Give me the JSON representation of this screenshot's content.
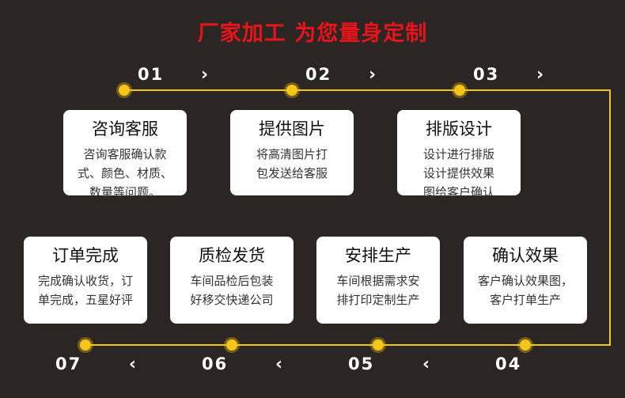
{
  "title": "厂家加工 为您量身定制",
  "colors": {
    "accent": "#f5c518",
    "title": "#e8141a",
    "background": "#2b2624"
  },
  "icons": {
    "next": "chevron-right-icon",
    "prev": "chevron-left-icon"
  },
  "steps_top": [
    {
      "num": "01",
      "title": "咨询客服",
      "lines": [
        "咨询客服确认款",
        "式、颜色、材质、",
        "数量等问题。"
      ]
    },
    {
      "num": "02",
      "title": "提供图片",
      "lines": [
        "将高清图片打",
        "包发送给客服"
      ]
    },
    {
      "num": "03",
      "title": "排版设计",
      "lines": [
        "设计进行排版",
        "设计提供效果",
        "图给客户确认"
      ]
    }
  ],
  "steps_bottom": [
    {
      "num": "07",
      "title": "订单完成",
      "lines": [
        "完成确认收货，订",
        "单完成，五星好评"
      ]
    },
    {
      "num": "06",
      "title": "质检发货",
      "lines": [
        "车间品检后包装",
        "好移交快递公司"
      ]
    },
    {
      "num": "05",
      "title": "安排生产",
      "lines": [
        "车间根据需求安",
        "排打印定制生产"
      ]
    },
    {
      "num": "04",
      "title": "确认效果",
      "lines": [
        "客户确认效果图，",
        "客户打单生产"
      ]
    }
  ]
}
